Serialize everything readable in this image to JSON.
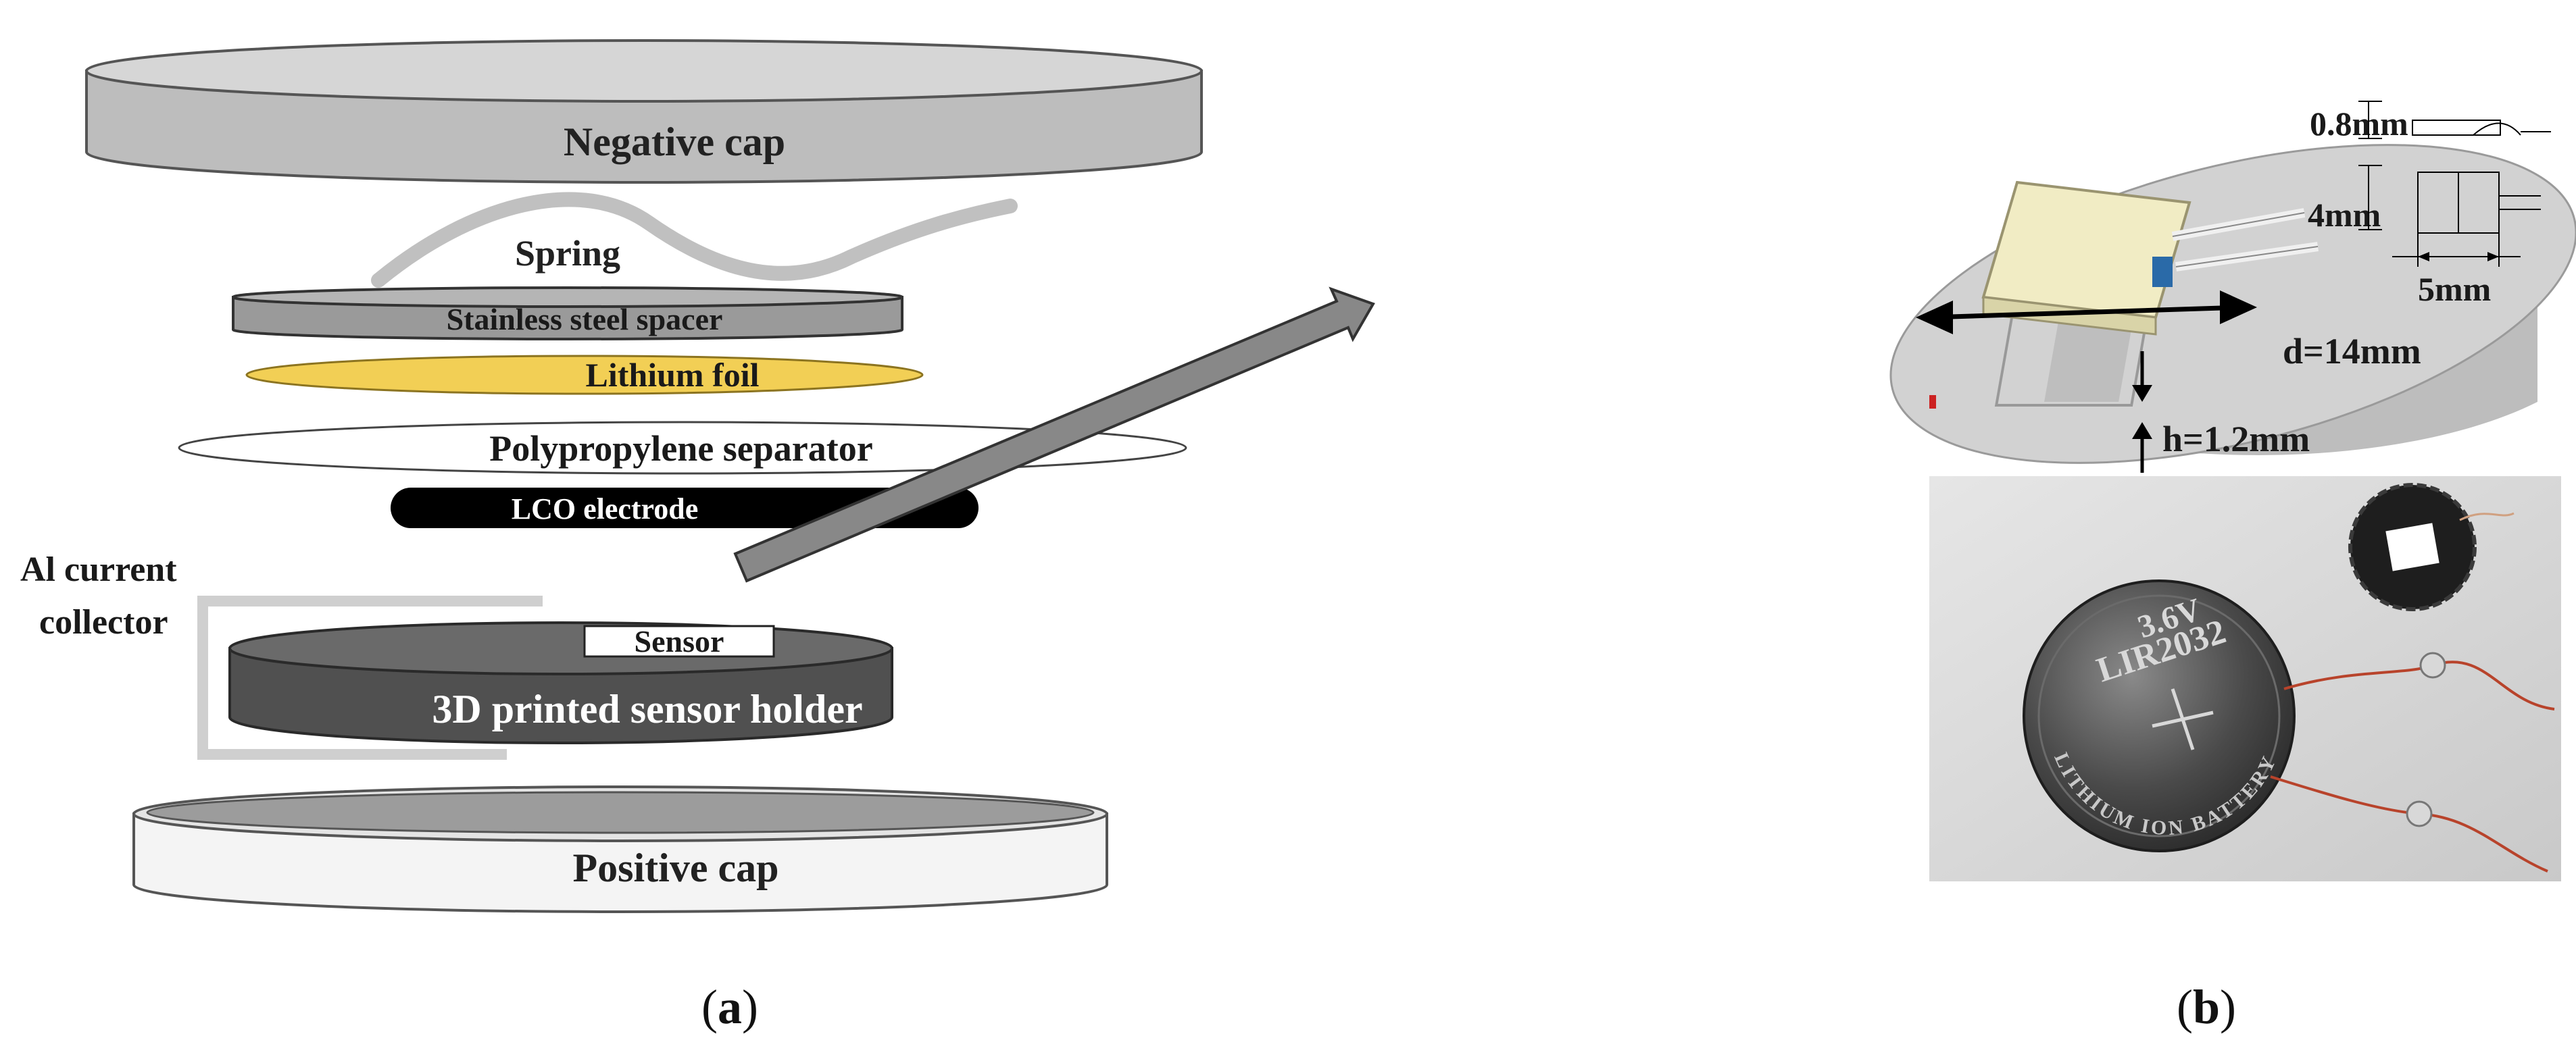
{
  "panel_a": {
    "label_open": "(",
    "label_letter": "a",
    "label_close": ")",
    "layers": {
      "negative_cap": "Negative cap",
      "spring": "Spring",
      "spacer": "Stainless steel spacer",
      "lithium_foil": "Lithium foil",
      "separator": "Polypropylene separator",
      "lco_electrode": "LCO electrode",
      "sensor": "Sensor",
      "sensor_holder": "3D printed sensor holder",
      "positive_cap": "Positive cap"
    },
    "al_collector_line1": "Al current",
    "al_collector_line2": "collector"
  },
  "panel_b": {
    "label_open": "(",
    "label_letter": "b",
    "label_close": ")",
    "dims": {
      "thickness": "0.8mm",
      "width": "4mm",
      "length": "5mm",
      "diameter": "d=14mm",
      "height": "h=1.2mm"
    },
    "battery": {
      "voltage": "3.6V",
      "model": "LIR2032",
      "rim_text": "LITHIUM ION BATTERY"
    }
  },
  "colors": {
    "negative_cap": "#c9c9c9",
    "spacer": "#a8a8a8",
    "lithium_foil": "#f2cf55",
    "lco": "#000000",
    "holder": "#555555",
    "positive_cap": "#f2f2f2",
    "arrow": "#888888"
  }
}
